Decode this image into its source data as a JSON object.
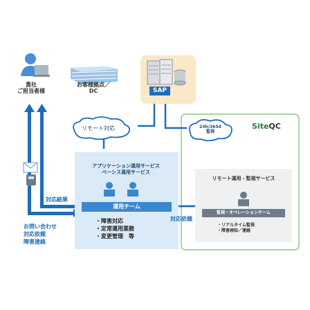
{
  "client": {
    "line1": "貴社",
    "line2": "ご担当者様"
  },
  "datacenter": {
    "line1": "お客様拠点／",
    "line2": "DC"
  },
  "sap": {
    "label": "SAP"
  },
  "remote_cloud": {
    "label": "リモート対応"
  },
  "monitor_cloud": {
    "line1": "24h/365d",
    "line2": "監視"
  },
  "logo": {
    "text_site": "Site",
    "text_qc": "QC"
  },
  "app_box": {
    "title1": "アプリケーション運用サービス",
    "title2": "ベーシス運用サービス",
    "team": "運用チーム",
    "tasks": [
      "・障害対応",
      "・定常運用業務",
      "・変更管理　等"
    ]
  },
  "remote_box": {
    "title": "リモート運用・監視サービス",
    "team": "監視・オペレーションチーム",
    "tasks": [
      "・リアルタイム監視",
      "・障害検知／連絡"
    ]
  },
  "arrows": {
    "result": "対応結果",
    "inquiry": [
      "お問い合わせ",
      "対応依頼",
      "障害連絡"
    ],
    "request": "対応依頼"
  },
  "colors": {
    "blue": "#1e6db8",
    "light_blue": "#dbeaf7",
    "green_border": "#7cc07a",
    "gray_box": "#eef0f2"
  }
}
